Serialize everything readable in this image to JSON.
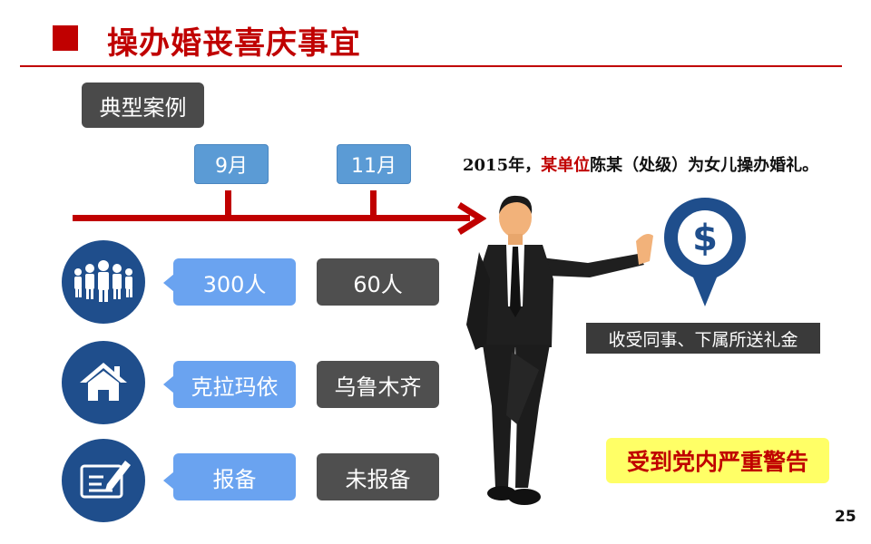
{
  "title": "操办婚丧喜庆事宜",
  "case_tag": "典型案例",
  "timeline": {
    "months": [
      "9月",
      "11月"
    ]
  },
  "case_text": {
    "prefix": "2015年，",
    "highlight": "某单位",
    "suffix": "陈某（处级）为女儿操办婚礼。"
  },
  "rows": [
    {
      "icon": "people-group-icon",
      "before": "300人",
      "after": "60人"
    },
    {
      "icon": "house-icon",
      "before": "克拉玛依",
      "after": "乌鲁木齐"
    },
    {
      "icon": "report-document-icon",
      "before": "报备",
      "after": "未报备"
    }
  ],
  "money_badge": {
    "icon": "dollar-pin-icon",
    "label": "收受同事、下属所送礼金"
  },
  "penalty": "受到党内严重警告",
  "page_number": "25",
  "colors": {
    "accent_red": "#c00000",
    "circle_blue": "#1f4e8c",
    "pill_blue": "#6aa3f0",
    "pill_dark": "#4f4f4f",
    "month_blue": "#5b9bd5",
    "warn_bg": "#ffff66"
  }
}
